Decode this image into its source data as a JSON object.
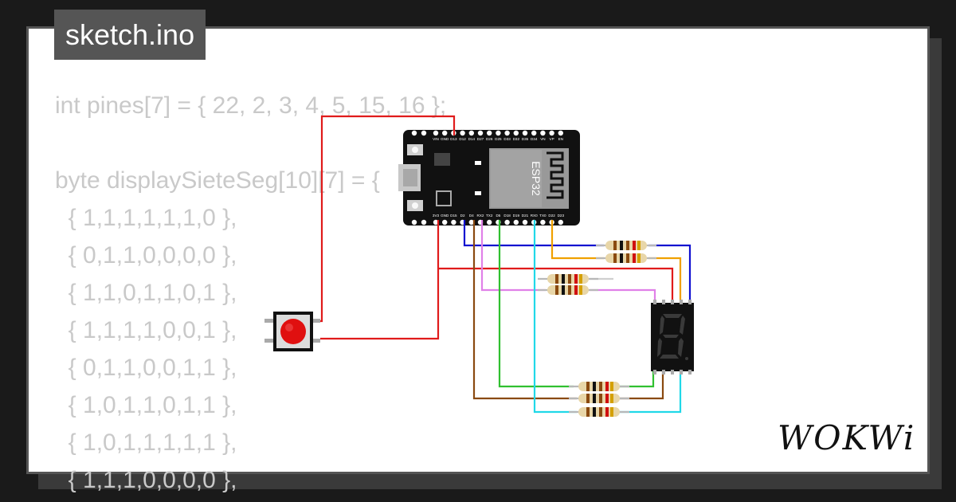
{
  "tab": {
    "filename": "sketch.ino"
  },
  "code_lines": [
    "int pines[7] = { 22, 2, 3, 4, 5, 15, 16 };",
    "",
    "byte displaySieteSeg[10][7] = {",
    "  { 1,1,1,1,1,1,0 },",
    "  { 0,1,1,0,0,0,0 },",
    "  { 1,1,0,1,1,0,1 },",
    "  { 1,1,1,1,0,0,1 },",
    "  { 0,1,1,0,0,1,1 },",
    "  { 1,0,1,1,0,1,1 },",
    "  { 1,0,1,1,1,1,1 },",
    "  { 1,1,1,0,0,0,0 },"
  ],
  "board": {
    "chip_label": "ESP32",
    "top_pins": [
      "VIN",
      "GND",
      "D13",
      "D12",
      "D14",
      "D27",
      "D26",
      "D25",
      "D33",
      "D32",
      "D35",
      "D34",
      "VN",
      "VP",
      "EN"
    ],
    "bottom_pins": [
      "3V3",
      "GND",
      "D15",
      "D2",
      "D4",
      "RX2",
      "TX2",
      "D5",
      "D18",
      "D19",
      "D21",
      "RX0",
      "TX0",
      "D22",
      "D23"
    ]
  },
  "brand": {
    "name": "WOKWi"
  },
  "colors": {
    "wire_red": "#e01b1b",
    "wire_blue": "#1010d0",
    "wire_orange": "#f0a000",
    "wire_pink": "#e080e8",
    "wire_brown": "#8a4a10",
    "wire_green": "#30c030",
    "wire_cyan": "#20d8e8",
    "board": "#111111",
    "button_red": "#e01010"
  }
}
